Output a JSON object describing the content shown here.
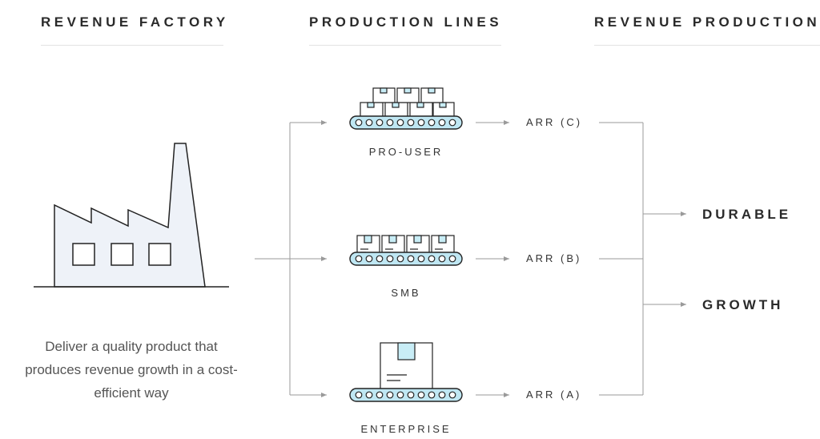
{
  "headers": {
    "revenue_factory": "REVENUE FACTORY",
    "production_lines": "PRODUCTION LINES",
    "revenue_production": "REVENUE PRODUCTION"
  },
  "factory": {
    "caption": "Deliver a quality product that produces revenue growth in a cost-efficient way"
  },
  "lines": {
    "pro_user": {
      "label": "PRO-USER",
      "arr": "ARR (C)"
    },
    "smb": {
      "label": "SMB",
      "arr": "ARR (B)"
    },
    "enterprise": {
      "label": "ENTERPRISE",
      "arr": "ARR (A)"
    }
  },
  "outcomes": {
    "durable": "DURABLE",
    "growth": "GROWTH"
  },
  "colors": {
    "factory_fill": "#eef2f8",
    "belt_fill": "#bfe7f3",
    "box_accent": "#c8edf6",
    "stroke": "#222222",
    "connector": "#9a9a9a"
  }
}
